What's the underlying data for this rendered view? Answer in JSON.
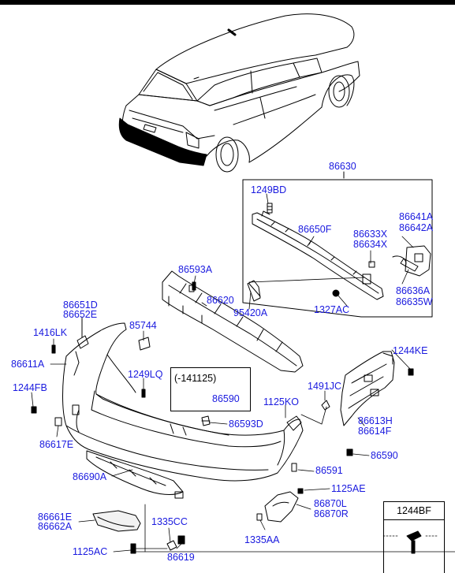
{
  "labels": {
    "p86630": "86630",
    "p1249BD": "1249BD",
    "p86641A": "86641A",
    "p86642A": "86642A",
    "p86650F": "86650F",
    "p86633X": "86633X",
    "p86634X": "86634X",
    "p86593A": "86593A",
    "p86620": "86620",
    "p95420A": "95420A",
    "p1327AC": "1327AC",
    "p86636A": "86636A",
    "p86635W": "86635W",
    "p86651D": "86651D",
    "p86652E": "86652E",
    "p85744": "85744",
    "p1416LK": "1416LK",
    "p86611A": "86611A",
    "p1249LQ": "1249LQ",
    "p1244KE": "1244KE",
    "p1244FB": "1244FB",
    "p1491JC": "1491JC",
    "p1125KO": "1125KO",
    "p86593D": "86593D",
    "p86613H": "86613H",
    "p86614F": "86614F",
    "p86617E": "86617E",
    "p86590b": "86590",
    "p86591": "86591",
    "p86690A": "86690A",
    "p1125AE": "1125AE",
    "p86870L": "86870L",
    "p86870R": "86870R",
    "p86661E": "86661E",
    "p86662A": "86662A",
    "p1335CC": "1335CC",
    "p1335AA": "1335AA",
    "p1125AC": "1125AC",
    "p86619": "86619"
  },
  "note": {
    "date_range": "(-141125)",
    "part": "86590"
  },
  "table": {
    "header": "1244BF"
  }
}
